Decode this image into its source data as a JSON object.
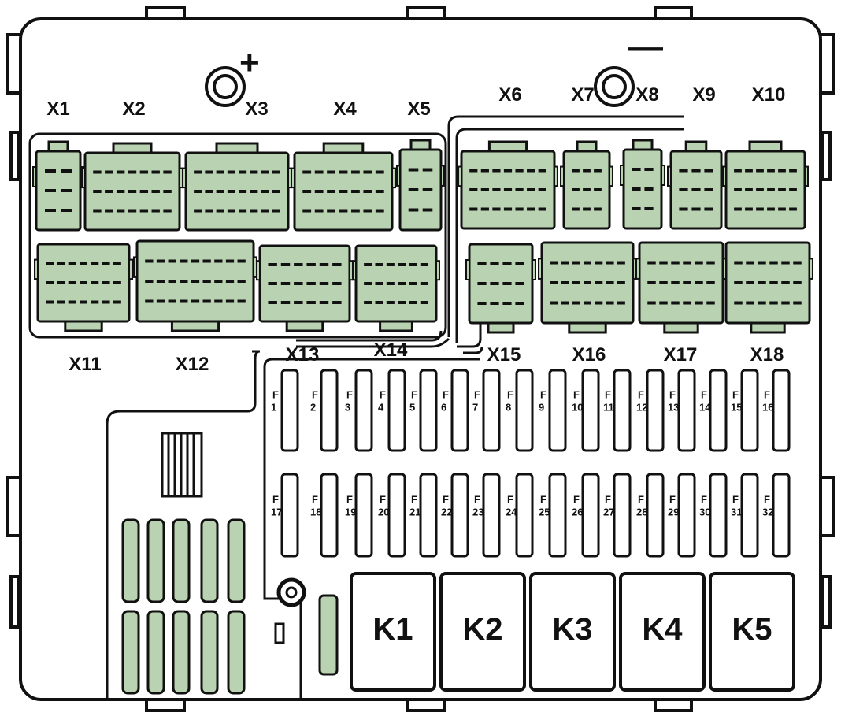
{
  "polarity": {
    "plus": "+",
    "minus": "—"
  },
  "colors": {
    "connector_fill": "#b9d2b2",
    "outline": "#111111",
    "background": "#ffffff"
  },
  "connectors_top": [
    "X1",
    "X2",
    "X3",
    "X4",
    "X5",
    "X6",
    "X7",
    "X8",
    "X9",
    "X10"
  ],
  "connectors_bottom": [
    "X11",
    "X12",
    "X13",
    "X14",
    "X15",
    "X16",
    "X17",
    "X18"
  ],
  "fuses_row1": [
    "F 1",
    "F 2",
    "F 3",
    "F 4",
    "F 5",
    "F 6",
    "F 7",
    "F 8",
    "F 9",
    "F 10",
    "F 11",
    "F 12",
    "F 13",
    "F 14",
    "F 15",
    "F 16"
  ],
  "fuses_row2": [
    "F 17",
    "F 18",
    "F 19",
    "F 20",
    "F 21",
    "F 22",
    "F 23",
    "F 24",
    "F 25",
    "F 26",
    "F 27",
    "F 28",
    "F 29",
    "F 30",
    "F 31",
    "F 32"
  ],
  "relays": [
    "K1",
    "K2",
    "K3",
    "K4",
    "K5"
  ]
}
